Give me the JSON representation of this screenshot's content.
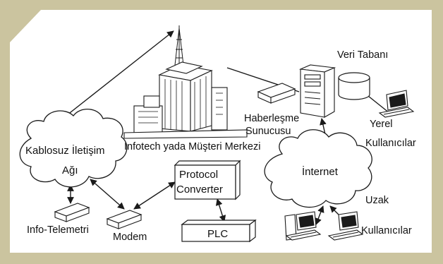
{
  "labels": {
    "database": "Veri Tabanı",
    "comm_server_1": "Haberleşme",
    "comm_server_2": "Sunucusu",
    "local_users_1": "Yerel",
    "local_users_2": "Kullanıcılar",
    "center": "Infotech yada Müşteri Merkezi",
    "wireless_1": "Kablosuz İletişim",
    "wireless_2": "Ağı",
    "protocol_1": "Protocol",
    "protocol_2": "Converter",
    "internet": "İnternet",
    "remote_users_1": "Uzak",
    "remote_users_2": "Kullanıcılar",
    "telemetry": "Info-Telemetri",
    "modem": "Modem",
    "plc": "PLC"
  },
  "colors": {
    "frame": "#cbc49f",
    "panel": "#ffffff",
    "stroke": "#1a1a1a"
  }
}
